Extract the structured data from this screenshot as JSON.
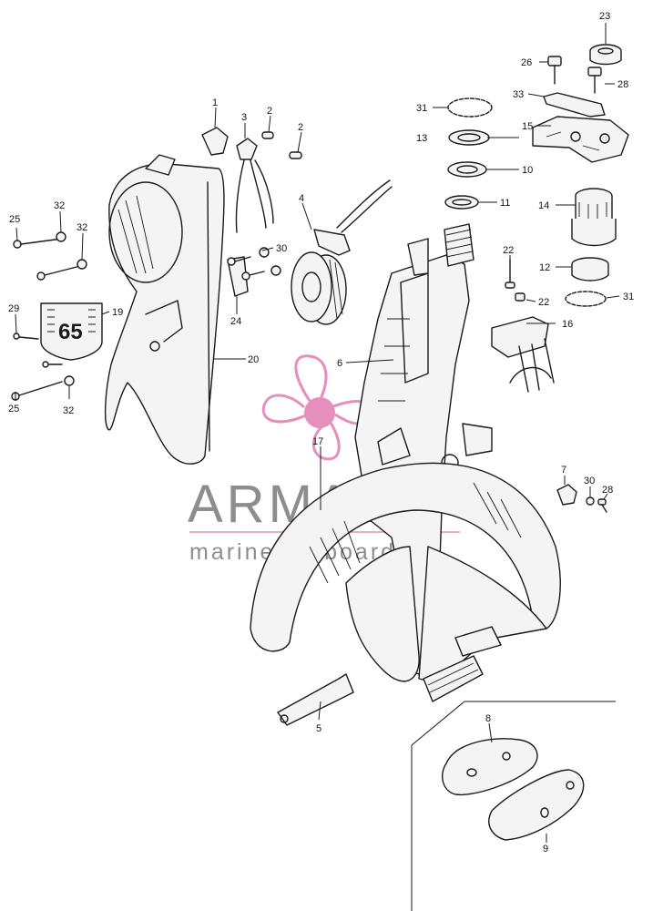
{
  "watermark": {
    "title": "ARMADA",
    "subtitle": "marine outboards",
    "logo_color": "#e58fbc",
    "text_color": "#7a7a7a"
  },
  "badge_text": "65",
  "callouts": {
    "c1": "1",
    "c2a": "2",
    "c2b": "2",
    "c3": "3",
    "c4": "4",
    "c5": "5",
    "c6": "6",
    "c7": "7",
    "c8": "8",
    "c9": "9",
    "c10": "10",
    "c11": "11",
    "c12": "12",
    "c13": "13",
    "c14": "14",
    "c15": "15",
    "c16": "16",
    "c17": "17",
    "c19": "19",
    "c20": "20",
    "c22a": "22",
    "c22b": "22",
    "c23": "23",
    "c24": "24",
    "c25a": "25",
    "c25b": "25",
    "c26": "26",
    "c28a": "28",
    "c28b": "28",
    "c29": "29",
    "c30a": "30",
    "c30b": "30",
    "c31a": "31",
    "c31b": "31",
    "c32a": "32",
    "c32b": "32",
    "c32c": "32",
    "c33": "33"
  }
}
